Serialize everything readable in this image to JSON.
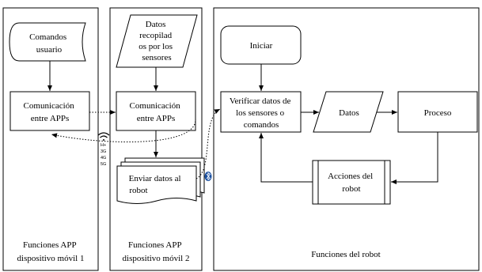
{
  "lanes": {
    "lane1_label": [
      "Funciones APP",
      "dispositivo móvil 1"
    ],
    "lane2_label": [
      "Funciones APP",
      "dispositivo móvil 2"
    ],
    "lane3_label": [
      "Funciones del robot"
    ]
  },
  "nodes": {
    "comandos_usuario": [
      "Comandos",
      "usuario"
    ],
    "comunicacion_1": [
      "Comunicación",
      "entre APPs"
    ],
    "datos_recopilados": [
      "Datos",
      "recopilad",
      "os por los",
      "sensores"
    ],
    "comunicacion_2": [
      "Comunicación",
      "entre APPs"
    ],
    "enviar_datos": [
      "Enviar datos al",
      "robot"
    ],
    "iniciar": [
      "Iniciar"
    ],
    "verificar": [
      "Verificar datos de",
      "los sensores o",
      "comandos"
    ],
    "datos": [
      "Datos"
    ],
    "proceso": [
      "Proceso"
    ],
    "acciones": [
      "Acciones del",
      "robot"
    ]
  },
  "network_labels": [
    "H+",
    "3G",
    "4G",
    "5G"
  ],
  "icons": {
    "wifi": "wifi-icon",
    "bluetooth": "bluetooth-icon"
  },
  "colors": {
    "bluetooth_bg": "#1a4fa0"
  }
}
